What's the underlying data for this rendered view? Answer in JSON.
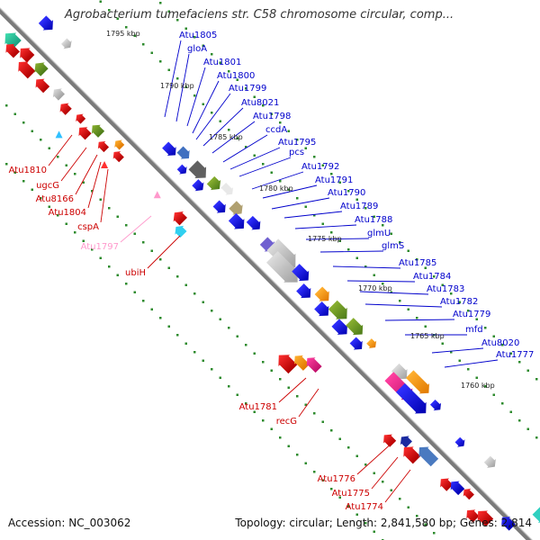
{
  "title": "Agrobacterium tumefaciens str. C58 chromosome circular, comp...",
  "footer": {
    "accession": "Accession: NC_003062",
    "topology": "Topology: circular; Length: 2,841,580 bp; Genes: 2,814"
  },
  "colors": {
    "backbone": "#7a7a7a",
    "dots": "#2e8b2e",
    "forward_label": "#0000cc",
    "reverse_label": "#cc0000",
    "rna_label": "#ff99cc"
  },
  "kbp_ticks": [
    "1795 kbp",
    "1790 kbp",
    "1785 kbp",
    "1780 kbp",
    "1775 kbp",
    "1770 kbp",
    "1765 kbp",
    "1760 kbp"
  ],
  "forward_genes": [
    "Atu1805",
    "gloA",
    "Atu1801",
    "Atu1800",
    "Atu1799",
    "Atu8021",
    "Atu1798",
    "ccdA",
    "Atu1795",
    "pcs",
    "Atu1792",
    "Atu1791",
    "Atu1790",
    "Atu1789",
    "Atu1788",
    "glmU",
    "glmS",
    "Atu1785",
    "Atu1784",
    "Atu1783",
    "Atu1782",
    "Atu1779",
    "mfd",
    "Atu8020",
    "Atu1777"
  ],
  "reverse_genes": [
    "Atu1810",
    "ugcG",
    "Atu8166",
    "Atu1804",
    "cspA",
    "Atu1797",
    "ubiH",
    "Atu1781",
    "recG",
    "Atu1776",
    "Atu1775",
    "Atu1774"
  ],
  "rna_genes": [
    "Atu1797"
  ]
}
